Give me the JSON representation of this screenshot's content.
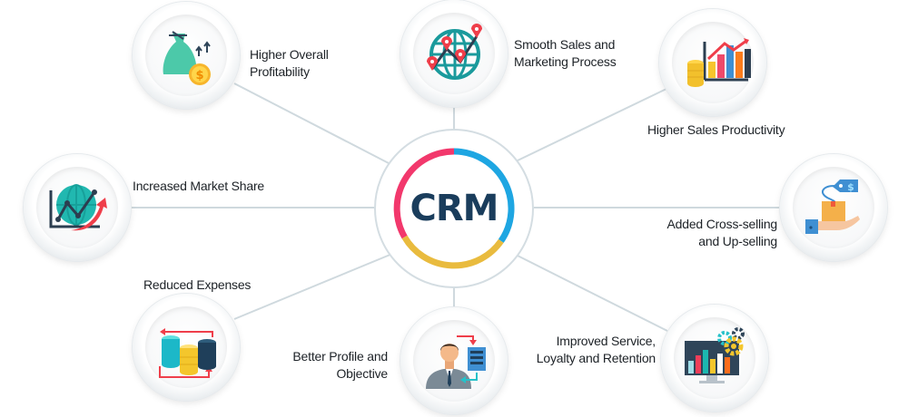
{
  "center": {
    "label": "CRM",
    "ring_colors": {
      "top_left": "#f2386c",
      "right": "#1ea6e2",
      "bottom": "#e9bb3e"
    },
    "text_color": "#1a3d5c"
  },
  "benefits": [
    {
      "id": "profitability",
      "icon": "money-bag-coin-icon",
      "lines": [
        "Higher Overall",
        "Profitability"
      ]
    },
    {
      "id": "sales-marketing",
      "icon": "globe-map-pins-icon",
      "lines": [
        "Smooth Sales and",
        "Marketing Process"
      ]
    },
    {
      "id": "sales-productivity",
      "icon": "bar-chart-coins-icon",
      "lines": [
        "Higher Sales Productivity"
      ]
    },
    {
      "id": "market-share",
      "icon": "globe-growth-chart-icon",
      "lines": [
        "Increased Market Share"
      ]
    },
    {
      "id": "cross-selling",
      "icon": "hand-box-price-tag-icon",
      "lines": [
        "Added Cross-selling",
        "and Up-selling"
      ]
    },
    {
      "id": "reduced-expenses",
      "icon": "database-cycle-icon",
      "lines": [
        "Reduced Expenses"
      ]
    },
    {
      "id": "better-profile",
      "icon": "businessman-document-icon",
      "lines": [
        "Better Profile and",
        "Objective"
      ]
    },
    {
      "id": "improved-service",
      "icon": "monitor-chart-gears-icon",
      "lines": [
        "Improved Service,",
        "Loyalty and Retention"
      ]
    }
  ],
  "colors": {
    "connector": "#cfd9de",
    "label_text": "#1d2227"
  }
}
